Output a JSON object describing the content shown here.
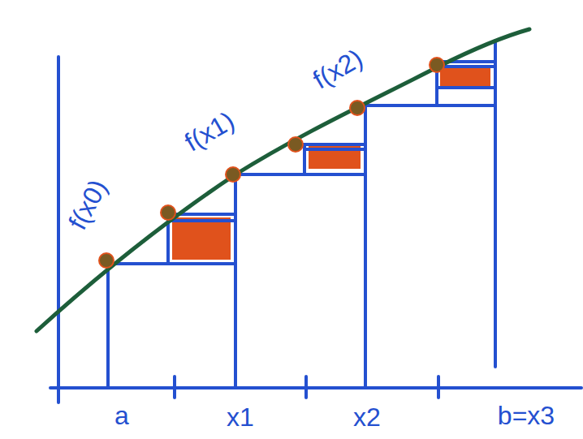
{
  "diagram": {
    "labels": [
      "f(x0)",
      "f(x1)",
      "f(x2)",
      "a",
      "x1",
      "x2",
      "b=x3"
    ]
  }
}
